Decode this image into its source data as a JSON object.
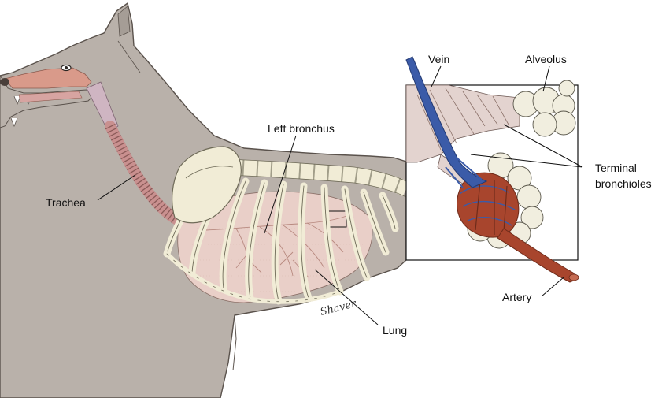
{
  "labels": {
    "vein": "Vein",
    "alveolus": "Alveolus",
    "left_bronchus": "Left bronchus",
    "terminal_bronchioles_line1": "Terminal",
    "terminal_bronchioles_line2": "bronchioles",
    "trachea": "Trachea",
    "artery": "Artery",
    "lung": "Lung",
    "signature": "Shaver"
  },
  "colors": {
    "body": "#b9b1aa",
    "body_outline": "#5a524c",
    "bone": "#f1ecd6",
    "bone_outline": "#6e6a57",
    "lung": "#e9cfc8",
    "lung_vessel": "#c59a90",
    "trachea": "#d8a9a6",
    "nasal": "#d99a8a",
    "vein": "#3b5ba8",
    "artery": "#a8452d",
    "alveolus": "#f1eedf",
    "bronchiole": "#d9cbc6"
  }
}
